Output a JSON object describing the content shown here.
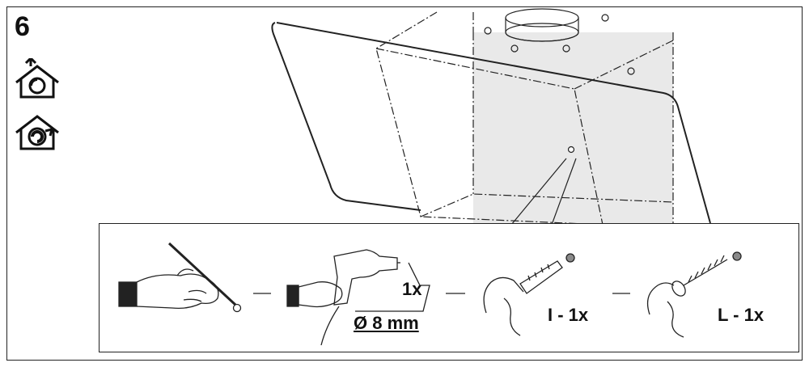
{
  "step": {
    "number": "6"
  },
  "mode_icons": {
    "top": "ducted-extraction-icon",
    "bottom": "recirculation-icon"
  },
  "detail": {
    "drill_qty": "1x",
    "drill_diameter": "Ø 8 mm",
    "plug_label": "I - 1x",
    "screw_label": "L - 1x",
    "separator": "—"
  },
  "colors": {
    "line": "#222222",
    "wall_fill": "#e9e9e9",
    "hole_fill": "#8a8a8a"
  }
}
